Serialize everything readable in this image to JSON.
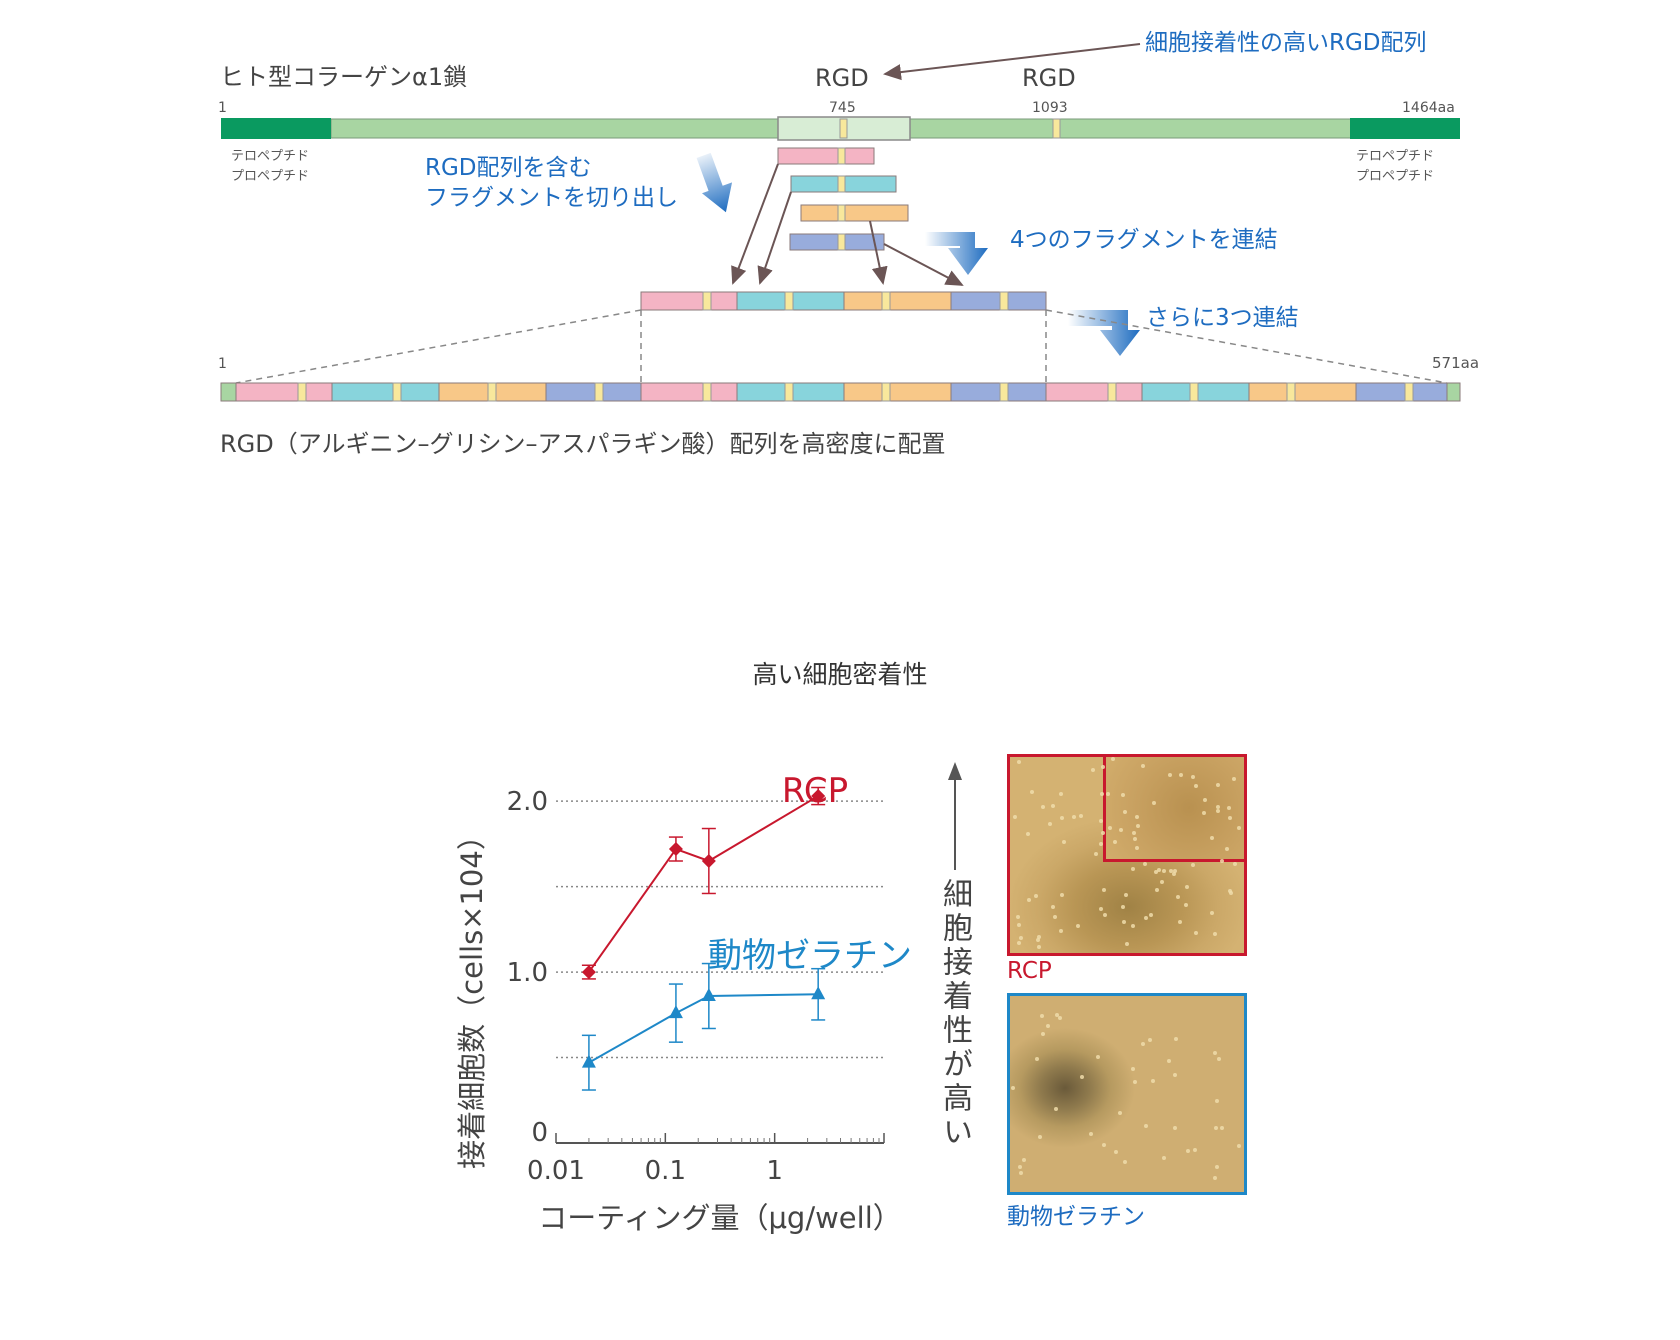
{
  "diagram": {
    "title": "ヒト型コラーゲンα1鎖",
    "rgd_callout": "細胞接着性の高いRGD配列",
    "rgd_labels": [
      "RGD",
      "RGD"
    ],
    "positions": {
      "start": "1",
      "p745": "745",
      "p1093": "1093",
      "end": "1464aa"
    },
    "telopeptide_left": [
      "テロペプチド",
      "プロペプチド"
    ],
    "telopeptide_right": [
      "テロペプチド",
      "プロペプチド"
    ],
    "step1": [
      "RGD配列を含む",
      "フラグメントを切り出し"
    ],
    "step2": "4つのフラグメントを連結",
    "step3": "さらに3つ連結",
    "final_start": "1",
    "final_end": "571aa",
    "caption": "RGD（アルギニン–グリシン–アスパラギン酸）配列を高密度に配置",
    "colors": {
      "green_dark": "#0a9a60",
      "green_light": "#a8d5a2",
      "pink": "#f4b4c4",
      "cyan": "#88d4dc",
      "orange": "#f8c888",
      "blue": "#98acdc",
      "yellow": "#f8e89c",
      "accent_blue": "#1e6cc0"
    }
  },
  "section_title": "高い細胞密着性",
  "chart_data": {
    "type": "line",
    "x_scale": "log",
    "xlabel": "コーティング量（μg/well）",
    "ylabel": "接着細胞数（cells×104）",
    "x_ticks": [
      "0.01",
      "0.1",
      "1"
    ],
    "y_ticks": [
      "0",
      "1.0",
      "2.0"
    ],
    "ylim": [
      0,
      2.2
    ],
    "grid": "dotted-horizontal",
    "series": [
      {
        "name": "RCP",
        "color": "#c8182e",
        "marker": "diamond",
        "x": [
          0.02,
          0.125,
          0.25,
          2.5
        ],
        "y": [
          1.0,
          1.72,
          1.65,
          2.03
        ],
        "err": [
          0.04,
          0.07,
          0.19,
          0.05
        ]
      },
      {
        "name": "動物ゼラチン",
        "color": "#1e88c8",
        "marker": "triangle",
        "x": [
          0.02,
          0.125,
          0.25,
          2.5
        ],
        "y": [
          0.47,
          0.76,
          0.86,
          0.87
        ],
        "err": [
          0.16,
          0.17,
          0.19,
          0.15
        ]
      }
    ]
  },
  "adhesion_axis_label": "細胞接着性が高い",
  "photos": {
    "rcp_label": "RCP",
    "gelatin_label": "動物ゼラチン"
  }
}
